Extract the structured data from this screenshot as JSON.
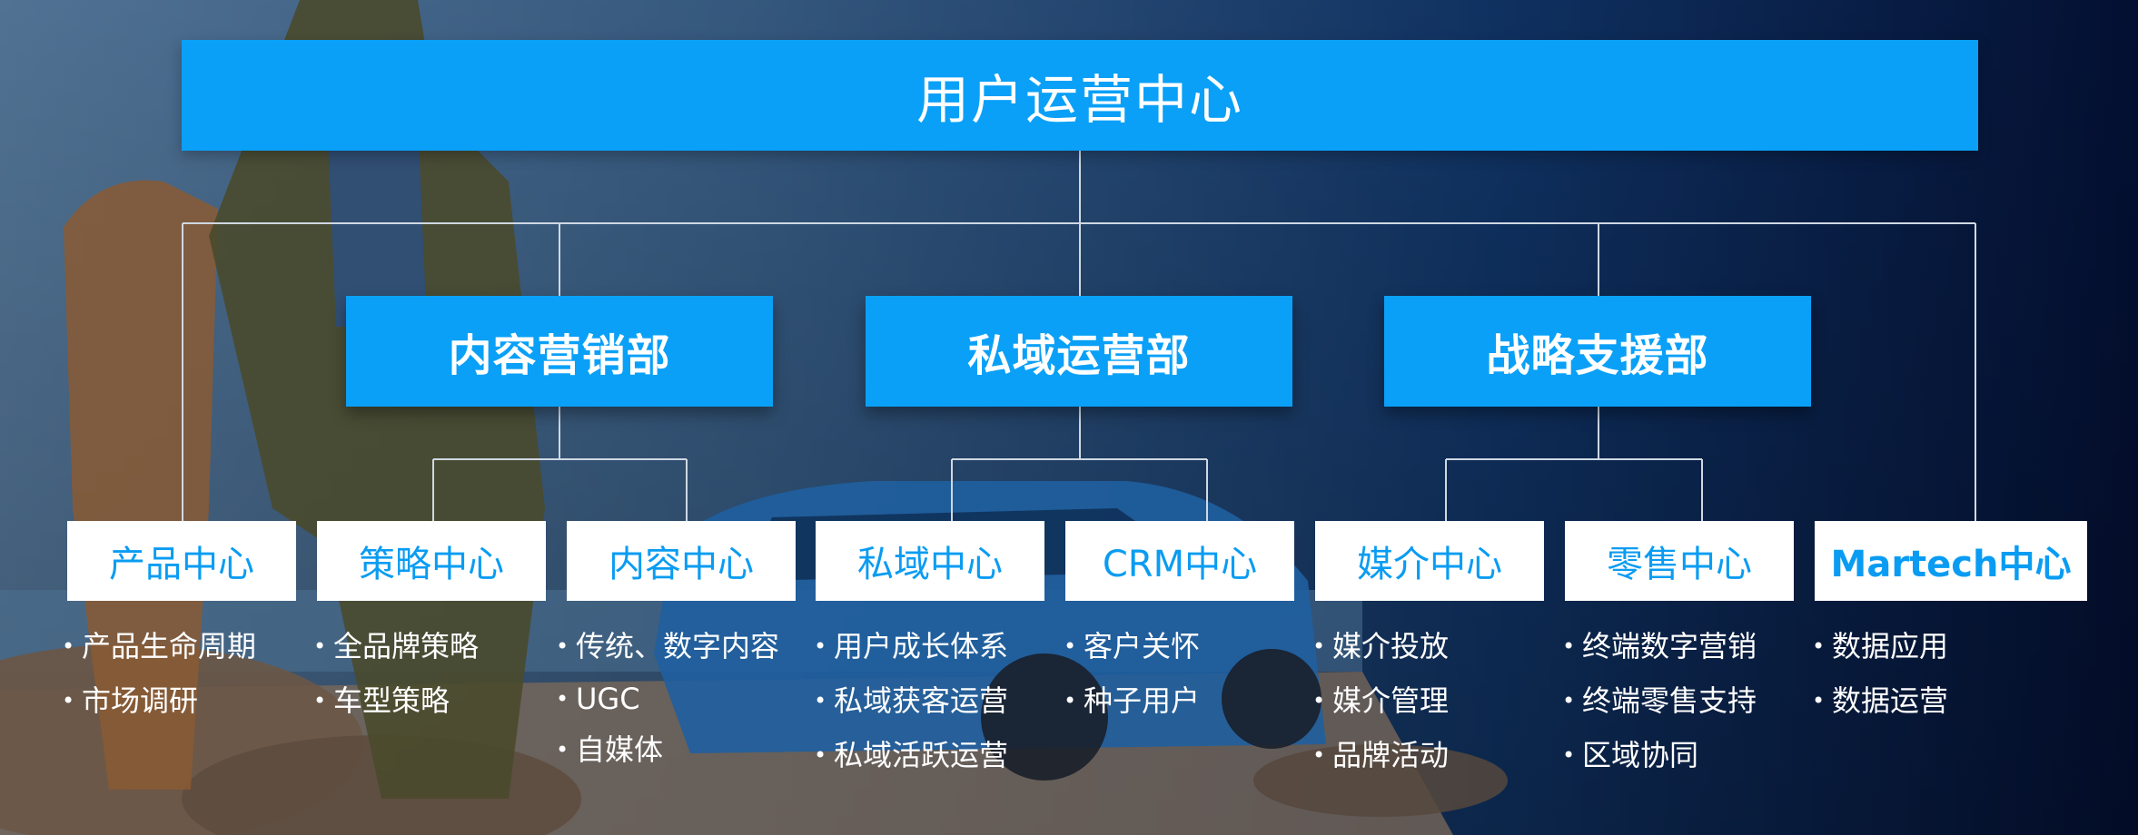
{
  "org": {
    "top": "用户运营中心",
    "departments": [
      "内容营销部",
      "私域运营部",
      "战略支援部"
    ],
    "centers": [
      {
        "name": "产品中心",
        "items": [
          "产品生命周期",
          "市场调研"
        ]
      },
      {
        "name": "策略中心",
        "items": [
          "全品牌策略",
          "车型策略"
        ]
      },
      {
        "name": "内容中心",
        "items": [
          "传统、数字内容",
          "UGC",
          "自媒体"
        ]
      },
      {
        "name": "私域中心",
        "items": [
          "用户成长体系",
          "私域获客运营",
          "私域活跃运营"
        ]
      },
      {
        "name": "CRM中心",
        "items": [
          "客户关怀",
          "种子用户"
        ]
      },
      {
        "name": "媒介中心",
        "items": [
          "媒介投放",
          "媒介管理",
          "品牌活动"
        ]
      },
      {
        "name": "零售中心",
        "items": [
          "终端数字营销",
          "终端零售支持",
          "区域协同"
        ]
      },
      {
        "name": "Martech中心",
        "items": [
          "数据应用",
          "数据运营"
        ]
      }
    ]
  },
  "colors": {
    "accent_blue": "#0aa0f7",
    "center_text": "#0a9cf2",
    "line": "#cfd8e3",
    "background_dark": "#071a45"
  }
}
